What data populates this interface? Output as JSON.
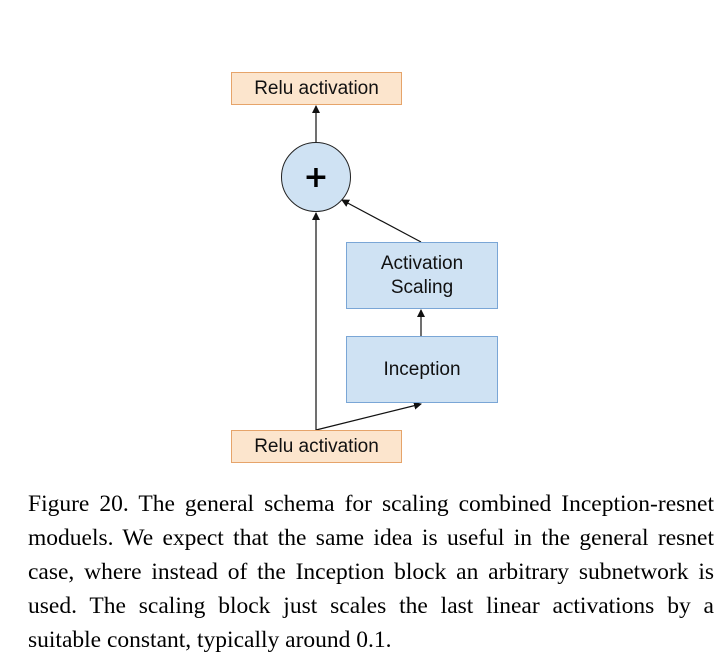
{
  "diagram": {
    "relu_top_label": "Relu activation",
    "add_symbol": "+",
    "scaling_label": "Activation\nScaling",
    "inception_label": "Inception",
    "relu_bottom_label": "Relu activation"
  },
  "caption": {
    "text": "Figure 20. The general schema for scaling combined Inception-resnet moduels. We expect that the same idea is useful in the general resnet case, where instead of the Inception block an arbitrary subnetwork is used. The scaling block just scales the last linear activations by a suitable constant, typically around 0.1."
  },
  "colors": {
    "relu_fill": "#fce5cd",
    "block_fill": "#cfe2f3"
  }
}
